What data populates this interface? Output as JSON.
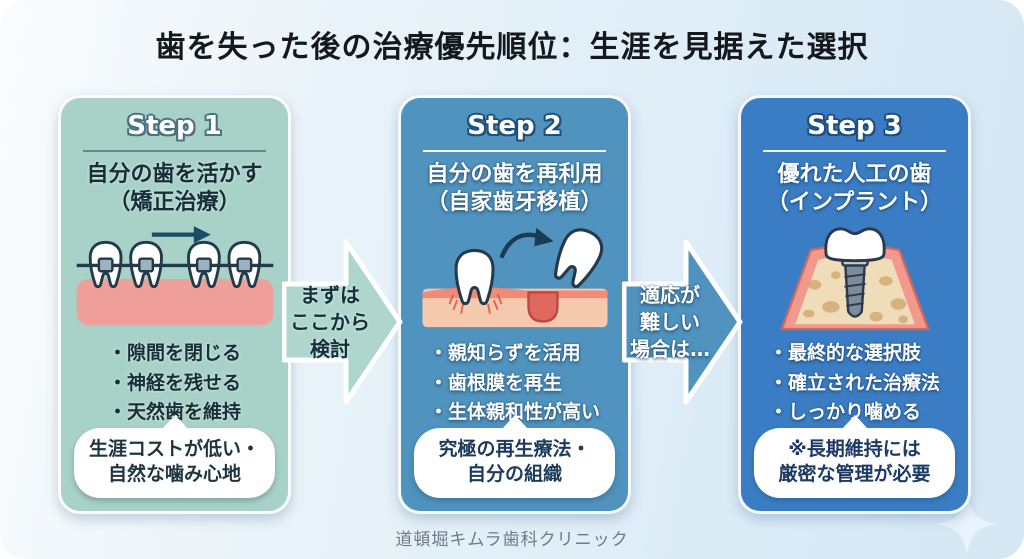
{
  "title": "歯を失った後の治療優先順位：生涯を見据えた選択",
  "footer": "道頓堀キムラ歯科クリニック",
  "colors": {
    "title_text": "#15191d",
    "footer_text": "#6f7a84",
    "step1_bg": "#a8d2c8",
    "step2_bg": "#4f93be",
    "step3_bg": "#3b7dc4",
    "step1_divider": "#5f8c94",
    "bubble_bg": "#ffffff",
    "arrow1_fill": "#aed6cc",
    "arrow2_fill": "#4f93be"
  },
  "steps": [
    {
      "badge": "Step 1",
      "title_lines": [
        "自分の歯を活かす",
        "（矯正治療）"
      ],
      "illustration": "braces-teeth",
      "bullets": [
        "隙間を閉じる",
        "神経を残せる",
        "天然歯を維持"
      ],
      "bubble_lines": [
        "生涯コストが低い・",
        "自然な噛み心地"
      ]
    },
    {
      "badge": "Step 2",
      "title_lines": [
        "自分の歯を再利用",
        "（自家歯牙移植）"
      ],
      "illustration": "tooth-transplant",
      "bullets": [
        "親知らずを活用",
        "歯根膜を再生",
        "生体親和性が高い"
      ],
      "bubble_lines": [
        "究極の再生療法・",
        "自分の組織"
      ]
    },
    {
      "badge": "Step 3",
      "title_lines": [
        "優れた人工の歯",
        "（インプラント）"
      ],
      "illustration": "dental-implant",
      "bullets": [
        "最終的な選択肢",
        "確立された治療法",
        "しっかり噛める"
      ],
      "bubble_lines": [
        "※長期維持には",
        "厳密な管理が必要"
      ]
    }
  ],
  "arrows": [
    {
      "lines": [
        "まずは",
        "ここから",
        "検討"
      ]
    },
    {
      "lines": [
        "適応が",
        "難しい",
        "場合は…"
      ]
    }
  ]
}
